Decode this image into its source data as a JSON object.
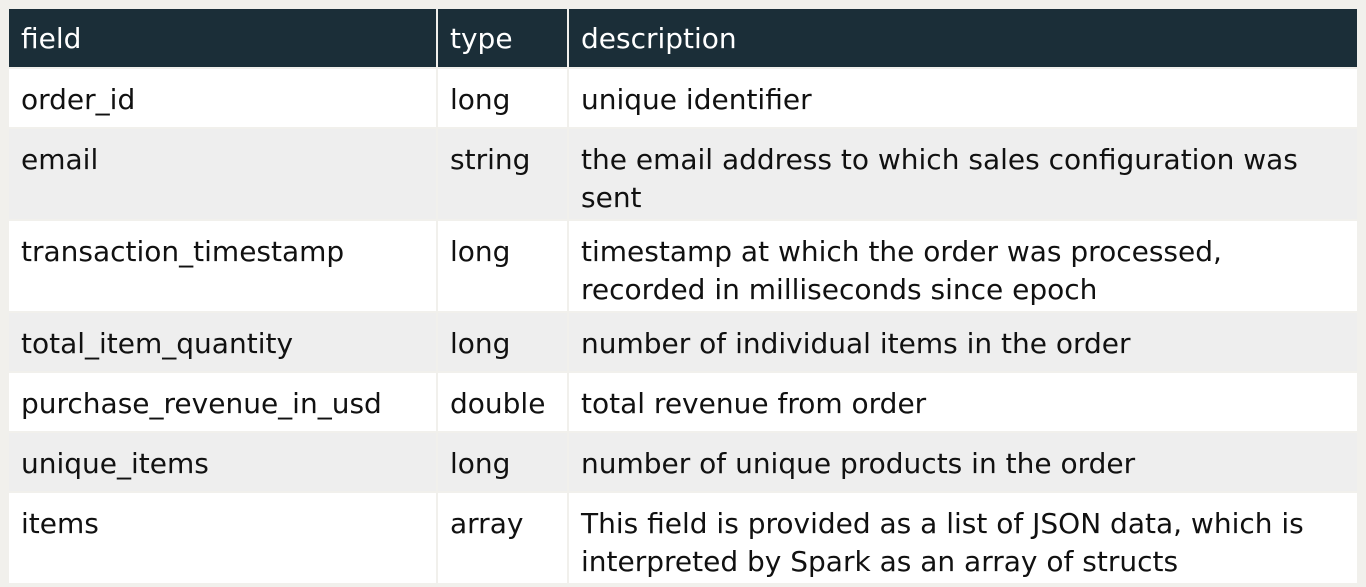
{
  "header": {
    "field": "field",
    "type": "type",
    "description": "description"
  },
  "rows": [
    {
      "field": "order_id",
      "type": "long",
      "description": "unique identifier"
    },
    {
      "field": "email",
      "type": "string",
      "description": "the email address to which sales configuration was sent"
    },
    {
      "field": "transaction_timestamp",
      "type": "long",
      "description": "timestamp at which the order was processed, recorded in milliseconds since epoch"
    },
    {
      "field": "total_item_quantity",
      "type": "long",
      "description": "number of individual items in the order"
    },
    {
      "field": "purchase_revenue_in_usd",
      "type": "double",
      "description": "total revenue from order"
    },
    {
      "field": "unique_items",
      "type": "long",
      "description": "number of unique products in the order"
    },
    {
      "field": "items",
      "type": "array",
      "description": "This field is provided as a list of JSON data, which is interpreted by Spark as an array of structs"
    }
  ]
}
